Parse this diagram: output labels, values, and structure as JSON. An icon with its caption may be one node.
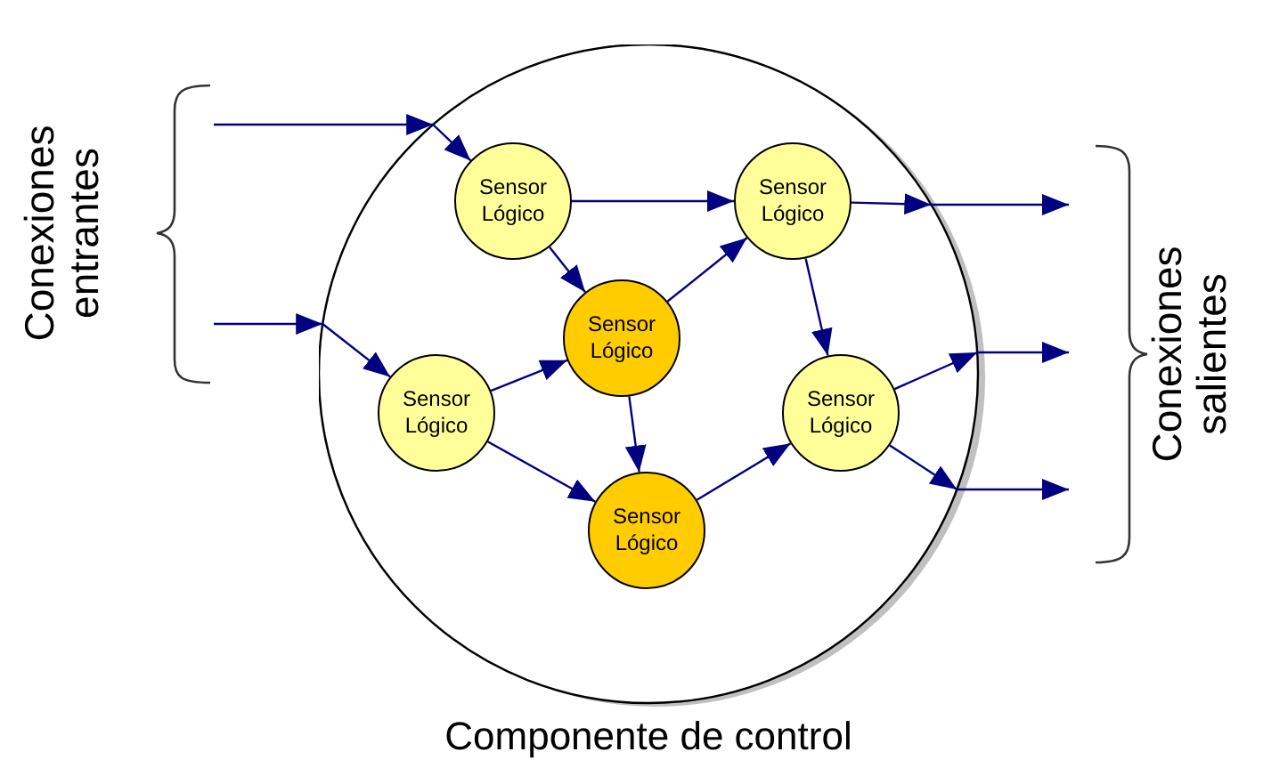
{
  "diagram": {
    "nodes": [
      {
        "text": [
          "Conexiones entrantes"
        ]
      },
      {
        "text": [
          "Componente de control"
        ]
      },
      {
        "text": [
          "Sensor Lógico"
        ],
        "in": 1
      },
      {
        "text": [
          "Sensor Lógico"
        ],
        "in": 1
      },
      {
        "text": [
          "Sensor Lógico"
        ],
        "in": 1
      },
      {
        "text": [
          "Sensor Lógico"
        ],
        "in": 1
      },
      {
        "text": [
          "Sensor Lógico"
        ],
        "in": 1
      },
      {
        "text": [
          "Sensor Lógico"
        ],
        "in": 1
      },
      {
        "text": [
          "Conexiones salientes"
        ]
      }
    ],
    "edges": [
      {
        "from": 0,
        "to": 1,
        "arrow": "to"
      },
      {
        "from": 1,
        "to": 2,
        "arrow": "to"
      },
      {
        "from": 0,
        "to": 1,
        "arrow": "to"
      },
      {
        "from": 1,
        "to": 3,
        "arrow": "to"
      },
      {
        "from": 2,
        "to": 5,
        "arrow": "to"
      },
      {
        "from": 2,
        "to": 4,
        "arrow": "to"
      },
      {
        "from": 3,
        "to": 4,
        "arrow": "to"
      },
      {
        "from": 3,
        "to": 6,
        "arrow": "to"
      },
      {
        "from": 4,
        "to": 5,
        "arrow": "to"
      },
      {
        "from": 4,
        "to": 6,
        "arrow": "to"
      },
      {
        "from": 5,
        "to": 7,
        "arrow": "to"
      },
      {
        "from": 6,
        "to": 7,
        "arrow": "to"
      },
      {
        "from": 5,
        "to": 1,
        "arrow": "to"
      },
      {
        "from": 1,
        "to": 8,
        "arrow": "to"
      },
      {
        "from": 7,
        "to": 1,
        "arrow": "to"
      },
      {
        "from": 1,
        "to": 8,
        "arrow": "to"
      },
      {
        "from": 7,
        "to": 1,
        "arrow": "to"
      },
      {
        "from": 1,
        "to": 8,
        "arrow": "to"
      }
    ]
  }
}
